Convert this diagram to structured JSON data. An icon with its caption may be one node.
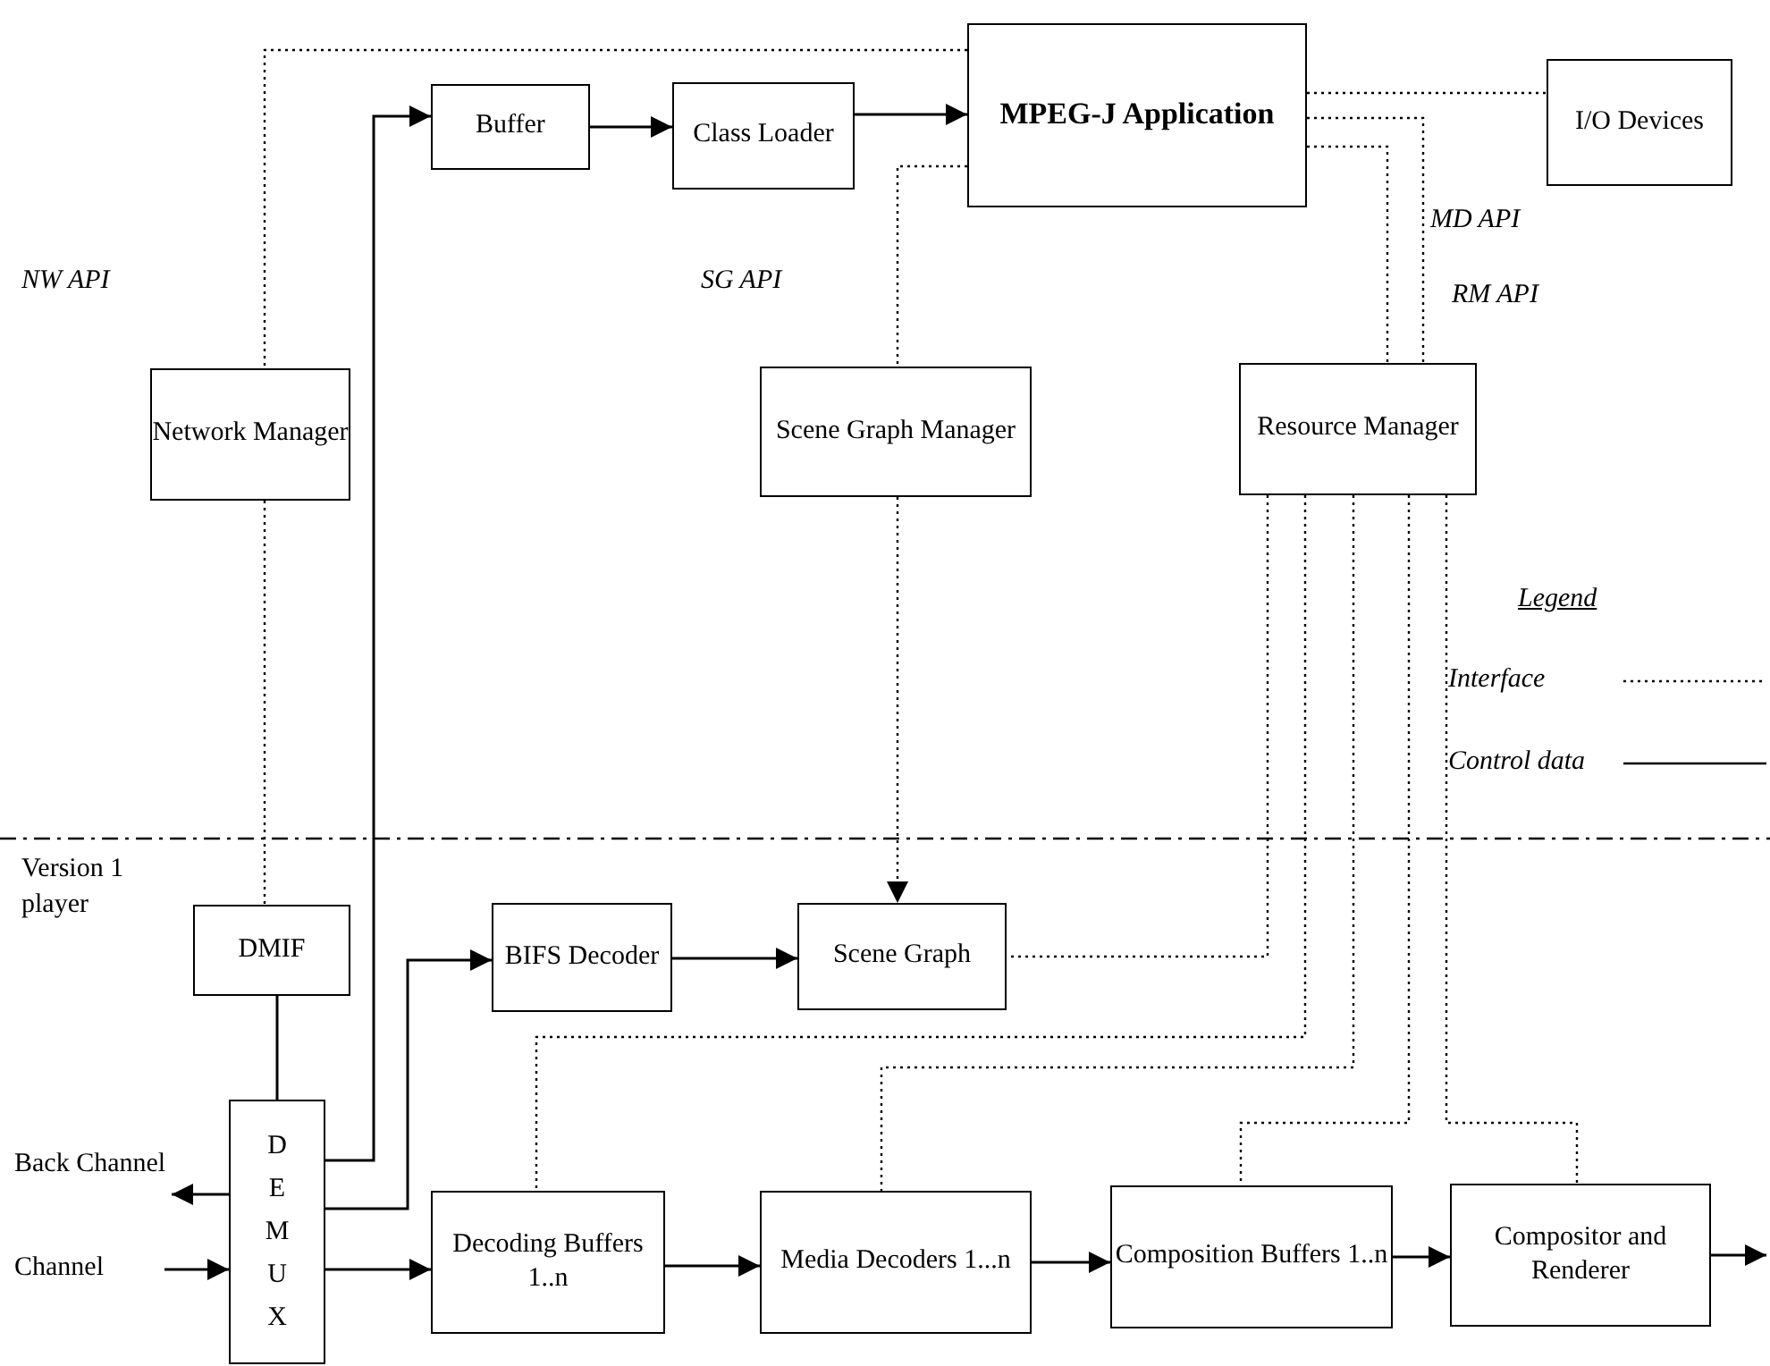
{
  "diagram": {
    "nodes": [
      {
        "text": [
          "Buffer"
        ]
      },
      {
        "text": [
          "Class Loader"
        ]
      },
      {
        "text": [
          "MPEG-J Application"
        ]
      },
      {
        "text": [
          "I/O Devices"
        ]
      },
      {
        "text": [
          "Network Manager"
        ]
      },
      {
        "text": [
          "Scene Graph Manager"
        ]
      },
      {
        "text": [
          "Resource Manager"
        ]
      },
      {
        "text": [
          "DMIF"
        ]
      },
      {
        "text": [
          "BIFS Decoder"
        ]
      },
      {
        "text": [
          "Scene Graph"
        ]
      },
      {
        "text": [
          "DEMUX"
        ]
      },
      {
        "text": [
          "Decoding Buffers 1..n"
        ]
      },
      {
        "text": [
          "Media Decoders 1...n"
        ]
      },
      {
        "text": [
          "Composition Buffers 1..n"
        ]
      },
      {
        "text": [
          "Compositor and Renderer"
        ]
      },
      {
        "text": [
          "Back Channel"
        ]
      },
      {
        "text": [
          "Channel"
        ]
      }
    ],
    "edges": [
      {
        "from": 10,
        "to": 0,
        "arrow": "to"
      },
      {
        "from": 0,
        "to": 1,
        "arrow": "to"
      },
      {
        "from": 1,
        "to": 2,
        "arrow": "to"
      },
      {
        "from": 7,
        "to": 10,
        "arrow": "none"
      },
      {
        "from": 10,
        "to": 8,
        "arrow": "to"
      },
      {
        "from": 8,
        "to": 9,
        "arrow": "to"
      },
      {
        "from": 10,
        "to": 11,
        "arrow": "to"
      },
      {
        "from": 11,
        "to": 12,
        "arrow": "to"
      },
      {
        "from": 12,
        "to": 13,
        "arrow": "to"
      },
      {
        "from": 13,
        "to": 14,
        "arrow": "to"
      },
      {
        "from": 14,
        "to": null,
        "arrow": "to"
      },
      {
        "from": 10,
        "to": 15,
        "arrow": "to"
      },
      {
        "from": 16,
        "to": 10,
        "arrow": "to"
      },
      {
        "from": 2,
        "to": 3,
        "arrow": "none",
        "style": "dashed"
      },
      {
        "from": 2,
        "to": 4,
        "arrow": "none",
        "style": "dashed"
      },
      {
        "from": 4,
        "to": 7,
        "arrow": "none",
        "style": "dashed"
      },
      {
        "from": 2,
        "to": 5,
        "arrow": "none",
        "style": "dashed"
      },
      {
        "from": 2,
        "to": 6,
        "arrow": "none",
        "style": "dashed"
      },
      {
        "from": 2,
        "to": 6,
        "arrow": "none",
        "style": "dashed"
      },
      {
        "from": 5,
        "to": 9,
        "arrow": "to",
        "style": "dashed"
      },
      {
        "from": 6,
        "to": 9,
        "arrow": "none",
        "style": "dashed"
      },
      {
        "from": 6,
        "to": 11,
        "arrow": "none",
        "style": "dashed"
      },
      {
        "from": 6,
        "to": 12,
        "arrow": "none",
        "style": "dashed"
      },
      {
        "from": 6,
        "to": 13,
        "arrow": "none",
        "style": "dashed"
      },
      {
        "from": 6,
        "to": 14,
        "arrow": "none",
        "style": "dashed"
      }
    ],
    "labels": [
      "NW API",
      "SG API",
      "MD API",
      "RM API",
      "Version 1 player",
      "Legend"
    ],
    "legend": [
      {
        "text": "Interface"
      },
      {
        "text": "Control data"
      }
    ]
  }
}
